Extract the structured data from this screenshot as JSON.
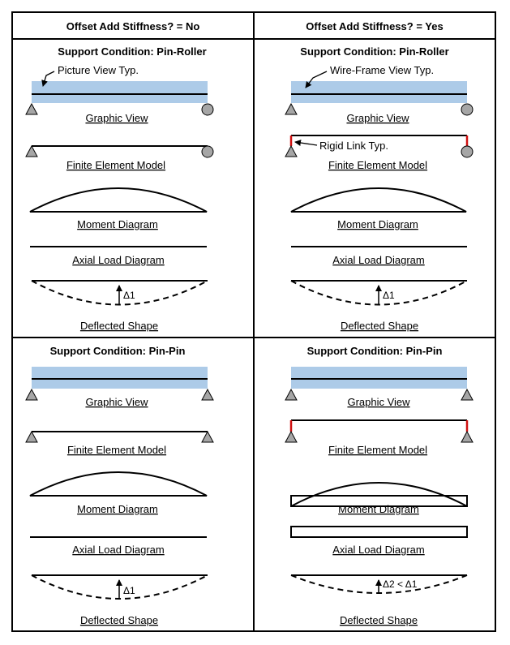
{
  "headers": [
    "Offset Add Stiffness? = No",
    "Offset Add Stiffness? = Yes"
  ],
  "panels": [
    {
      "condition": "Support Condition: Pin-Roller",
      "callout": "Picture View Typ.",
      "labels": [
        "Graphic View",
        "Finite Element Model",
        "Moment  Diagram",
        "Axial Load Diagram",
        "Deflected Shape"
      ],
      "delta": "Δ1"
    },
    {
      "condition": "Support Condition: Pin-Roller",
      "callout": "Wire-Frame View Typ.",
      "rigid_link": "Rigid Link Typ.",
      "labels": [
        "Graphic View",
        "Finite Element Model",
        "Moment  Diagram",
        "Axial Load Diagram",
        "Deflected Shape"
      ],
      "delta": "Δ1"
    },
    {
      "condition": "Support Condition: Pin-Pin",
      "labels": [
        "Graphic View",
        "Finite Element Model",
        "Moment  Diagram",
        "Axial Load Diagram",
        "Deflected Shape"
      ],
      "delta": "Δ1"
    },
    {
      "condition": "Support Condition: Pin-Pin",
      "labels": [
        "Graphic View",
        "Finite Element Model",
        "Moment  Diagram",
        "Axial Load Diagram",
        "Deflected Shape"
      ],
      "delta": "Δ2 < Δ1"
    }
  ],
  "colors": {
    "beam_fill": "#adcbe8",
    "rigid_link": "#d01010",
    "support": "#a6a6a6",
    "line": "#000000"
  }
}
